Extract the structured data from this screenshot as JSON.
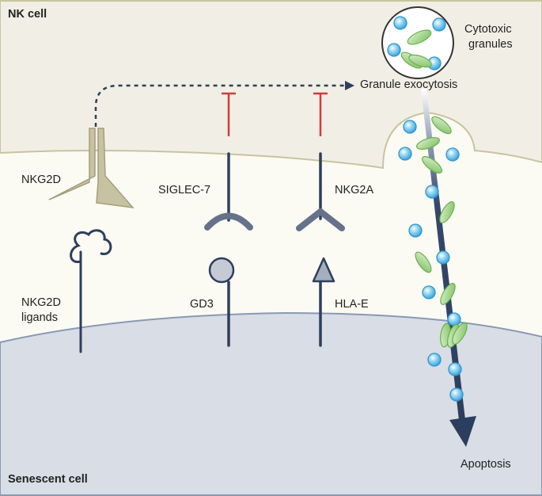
{
  "nk_cell": {
    "title": "NK cell",
    "cytotoxic_granules": [
      "Cytotoxic",
      "granules"
    ],
    "granule_exocytosis": "Granule exocytosis"
  },
  "receptors": {
    "nkg2d": "NKG2D",
    "siglec7": "SIGLEC-7",
    "nkg2a": "NKG2A"
  },
  "ligands": {
    "nkg2d_ligands": [
      "NKG2D",
      "ligands"
    ],
    "gd3": "GD3",
    "hla_e": "HLA-E"
  },
  "senescent_cell": {
    "title": "Senescent cell",
    "outcome": "Apoptosis"
  },
  "colors": {
    "nk_cytoplasm": "#f1efe5",
    "synapse_space": "#fbfbf3",
    "senescent_cytoplasm": "#d8dde6",
    "receptor_navy": "#2e3f5c",
    "inhibition_red": "#d23b3b",
    "granule_blue": "#57b9ea",
    "granule_green": "#8ccc74",
    "nkg2d_olive": "#c7c2a2"
  }
}
